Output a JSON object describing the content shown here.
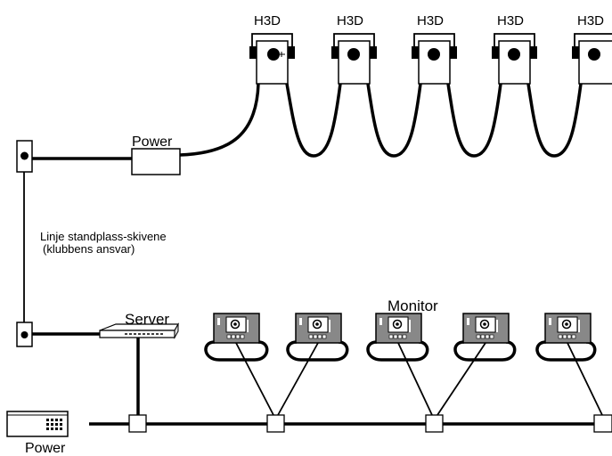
{
  "targets": {
    "label": "H3D",
    "units": [
      {
        "label": "H3D"
      },
      {
        "label": "H3D"
      },
      {
        "label": "H3D"
      },
      {
        "label": "H3D"
      },
      {
        "label": "H3D"
      }
    ]
  },
  "labels": {
    "power_top": "Power",
    "power_bottom": "Power",
    "server": "Server",
    "monitor": "Monitor",
    "line_note_1": "Linje standplass-skivene",
    "line_note_2": "(klubbens ansvar)"
  }
}
